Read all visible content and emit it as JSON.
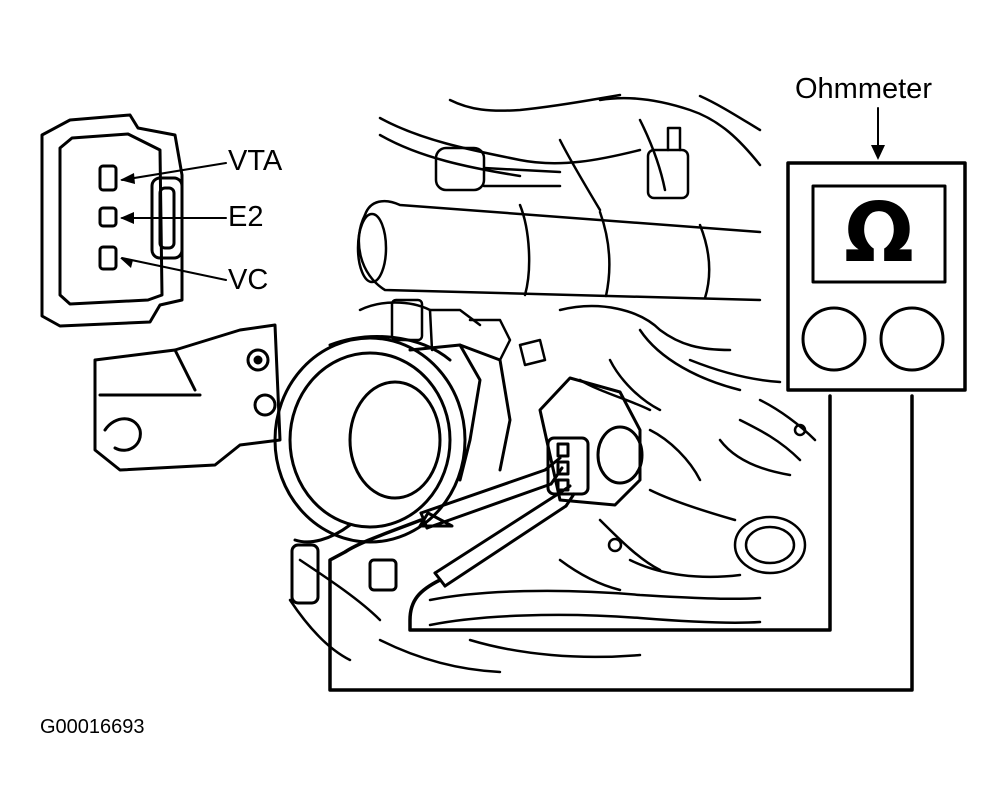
{
  "connector": {
    "terminals": [
      {
        "label": "VTA"
      },
      {
        "label": "E2"
      },
      {
        "label": "VC"
      }
    ]
  },
  "meter": {
    "label": "Ohmmeter",
    "display_symbol": "Ω",
    "knobs": [
      "left-dial",
      "right-dial"
    ]
  },
  "figure_id": "G00016693",
  "colors": {
    "ink": "#000000",
    "paper": "#ffffff"
  }
}
